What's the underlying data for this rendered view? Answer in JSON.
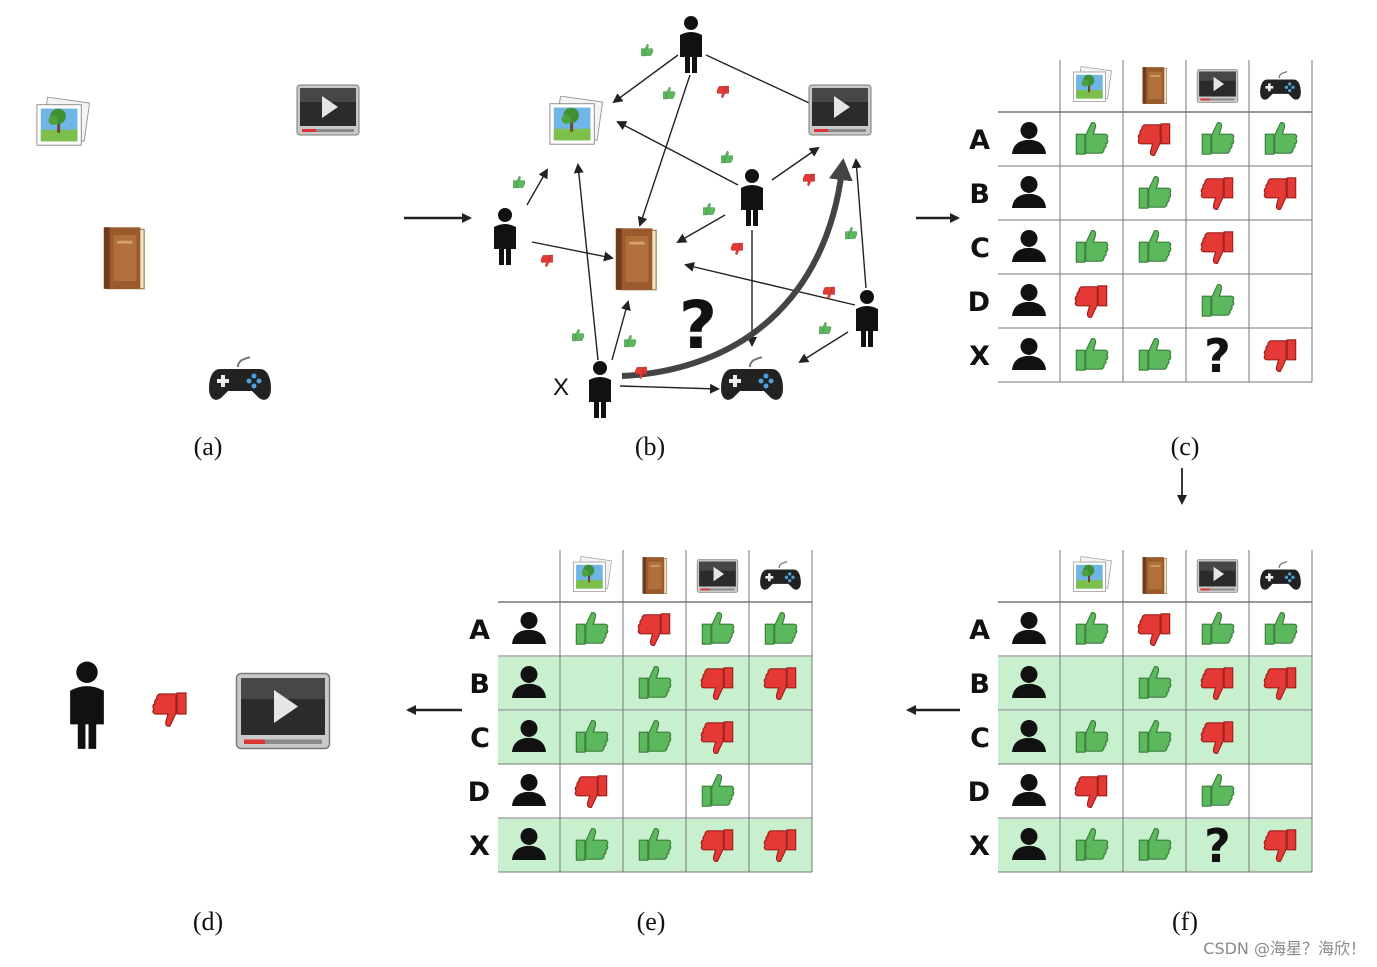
{
  "captions": {
    "a": "(a)",
    "b": "(b)",
    "c": "(c)",
    "d": "(d)",
    "e": "(e)",
    "f": "(f)"
  },
  "items": [
    "photo",
    "book",
    "video",
    "game"
  ],
  "users": [
    "A",
    "B",
    "C",
    "D",
    "X"
  ],
  "network": {
    "target_user_label": "X",
    "question_mark": "?"
  },
  "tables": {
    "c": {
      "ratings": [
        [
          "up",
          "down",
          "up",
          "up"
        ],
        [
          "",
          "up",
          "down",
          "down"
        ],
        [
          "up",
          "up",
          "down",
          ""
        ],
        [
          "down",
          "",
          "up",
          ""
        ],
        [
          "up",
          "up",
          "?",
          "down"
        ]
      ],
      "highlight_rows": []
    },
    "f": {
      "ratings": [
        [
          "up",
          "down",
          "up",
          "up"
        ],
        [
          "",
          "up",
          "down",
          "down"
        ],
        [
          "up",
          "up",
          "down",
          ""
        ],
        [
          "down",
          "",
          "up",
          ""
        ],
        [
          "up",
          "up",
          "?",
          "down"
        ]
      ],
      "highlight_rows": [
        1,
        2,
        4
      ]
    },
    "e": {
      "ratings": [
        [
          "up",
          "down",
          "up",
          "up"
        ],
        [
          "",
          "up",
          "down",
          "down"
        ],
        [
          "up",
          "up",
          "down",
          ""
        ],
        [
          "down",
          "",
          "up",
          ""
        ],
        [
          "up",
          "up",
          "down",
          "down"
        ]
      ],
      "highlight_rows": [
        1,
        2,
        4
      ]
    }
  },
  "result": {
    "rating": "down",
    "item": "video"
  },
  "watermark": "CSDN @海星？海欣！",
  "colors": {
    "thumb_up": "#5cb85c",
    "thumb_down": "#e53935",
    "highlight": "#c8f0cf",
    "grid": "#777777"
  }
}
